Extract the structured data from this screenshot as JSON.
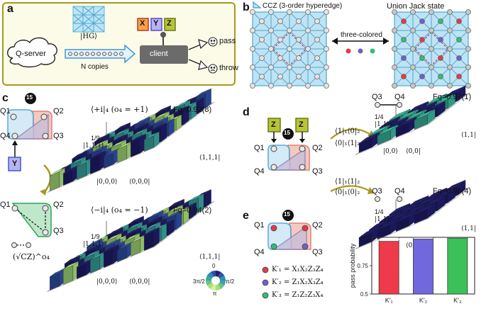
{
  "panel_a": {
    "label": "a",
    "hg_label": "|HG⟩",
    "server_label": "Q-server",
    "copies_label": "N copies",
    "client_label": "client",
    "measure_bases": [
      "X",
      "Y",
      "Z"
    ],
    "pass_label": "pass",
    "throw_label": "throw"
  },
  "panel_b": {
    "label": "b",
    "legend_label": "CCZ (3-order hyperedge)",
    "right_title": "Union Jack state",
    "arrow_label": "three-colored",
    "dot_colors": [
      "#e8374a",
      "#6a62cc",
      "#2fbf71"
    ]
  },
  "panel_c": {
    "label": "c",
    "badge": "15",
    "qubits": [
      "Q1",
      "Q2",
      "Q3",
      "Q4"
    ],
    "measure_label": "Y",
    "top_title": "⟨+i|₄ (o₄ = +1)",
    "top_fidelity": "Fq=0.92(8)",
    "bottom_title": "⟨−i|₄ (o₄ = −1)",
    "bottom_fidelity": "Fq=0.94(2)",
    "z_tick": "1/9",
    "row_tick": "|1,1,1⟩",
    "origin_tick": "|0,0,0⟩",
    "col_tick_low": "⟨0,0,0|",
    "col_tick_high": "⟨1,1,1|",
    "correction_label": "(√CZ)^o₄",
    "colorbar_ticks": [
      "0",
      "π/2",
      "π",
      "3π/2"
    ]
  },
  "panel_d": {
    "label": "d",
    "badge": "15",
    "qubits": [
      "Q1",
      "Q2",
      "Q3",
      "Q4"
    ],
    "measure_labels": [
      "Z",
      "Z"
    ],
    "proj_top_num": "⟨1|₁⟨0|₂",
    "proj_top_den": "⟨0|₁⟨1|₂",
    "proj_bot_num": "⟨1|₁⟨1|₂",
    "proj_bot_den": "⟨0|₁⟨0|₂",
    "top_fidelity": "Fq=0.97(1)",
    "bottom_fidelity": "Fq=0.98(4)",
    "z_tick": "1/4",
    "row_tick": "|1,1⟩",
    "origin_tick": "|0,0⟩",
    "col_tick_low": "⟨0,0|",
    "col_tick_high": "⟨1,1|",
    "inset_qubits": [
      "Q3",
      "Q4"
    ]
  },
  "panel_e": {
    "label": "e",
    "badge": "15",
    "qubits": [
      "Q1",
      "Q2",
      "Q3",
      "Q4"
    ],
    "stabilizers": [
      {
        "name": "K′₁",
        "expr": "= X₁X₂Z₃Z₄",
        "color": "#e8374a"
      },
      {
        "name": "K′₂",
        "expr": "= Z₁X₂X₃Z₄",
        "color": "#6a62cc"
      },
      {
        "name": "K′₃",
        "expr": "= Z₁Z₂Z₃X₄",
        "color": "#2fbf71"
      }
    ]
  },
  "chart_data": {
    "type": "bar",
    "categories": [
      "K′₁",
      "K′₂",
      "K′₃"
    ],
    "values": [
      0.965,
      0.985,
      0.993
    ],
    "ideal": [
      1.0,
      1.0,
      1.0
    ],
    "colors": [
      "#ee3a4a",
      "#7168dd",
      "#3cc05a"
    ],
    "ylabel": "pass probability",
    "ylim": [
      0.5,
      1.0
    ],
    "yticks": [
      "0.5",
      "0.75",
      "1.0"
    ]
  }
}
